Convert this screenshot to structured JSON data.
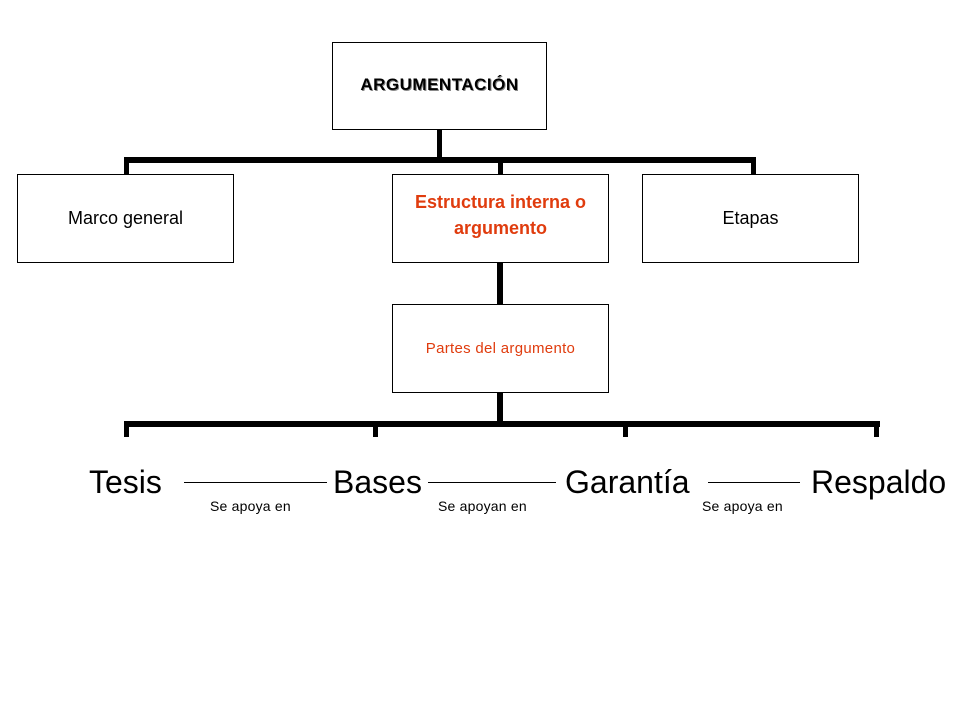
{
  "root": {
    "label": "ARGUMENTACIÓN"
  },
  "level1": [
    {
      "label": "Marco general"
    },
    {
      "label": "Estructura interna o argumento"
    },
    {
      "label": "Etapas"
    }
  ],
  "level2": {
    "label": "Partes del argumento"
  },
  "terms": [
    "Tesis",
    "Bases",
    "Garantía",
    "Respaldo"
  ],
  "relations": [
    "Se apoya en",
    "Se apoyan en",
    "Se apoya en"
  ],
  "colors": {
    "highlight": "#e03c0e",
    "line": "#000000"
  }
}
